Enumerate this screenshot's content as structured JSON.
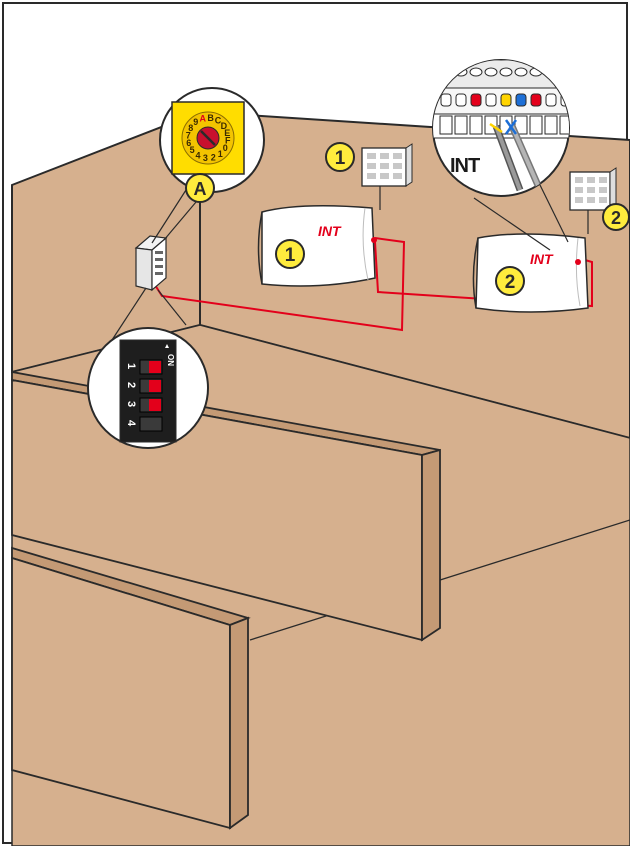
{
  "labels": {
    "unit_1_marker": "1",
    "unit_2_marker": "2",
    "keypad_1_marker": "1",
    "keypad_2_marker": "2",
    "rotary_marker": "A",
    "unit_1_int": "INT",
    "unit_2_int": "INT",
    "terminal_int": "INT",
    "rotary_dial_chars": "89ABCDEF01234567",
    "dip_on": "ON",
    "dip_numbers": [
      "1",
      "2",
      "3",
      "4"
    ]
  },
  "dip_switch_states": [
    "on",
    "on",
    "on",
    "off"
  ],
  "colors": {
    "wall": "#d6b08e",
    "wall_dark": "#c49a75",
    "outline": "#2a2a2a",
    "wire": "#e3001b",
    "marker_fill": "#ffec3d",
    "rotary_yellow": "#ffdd00",
    "terminal_blue": "#1d6fd6",
    "terminal_red": "#e3001b",
    "terminal_yellow": "#ffd400",
    "dip_red": "#e3001b",
    "dip_body": "#1e1e1e"
  }
}
